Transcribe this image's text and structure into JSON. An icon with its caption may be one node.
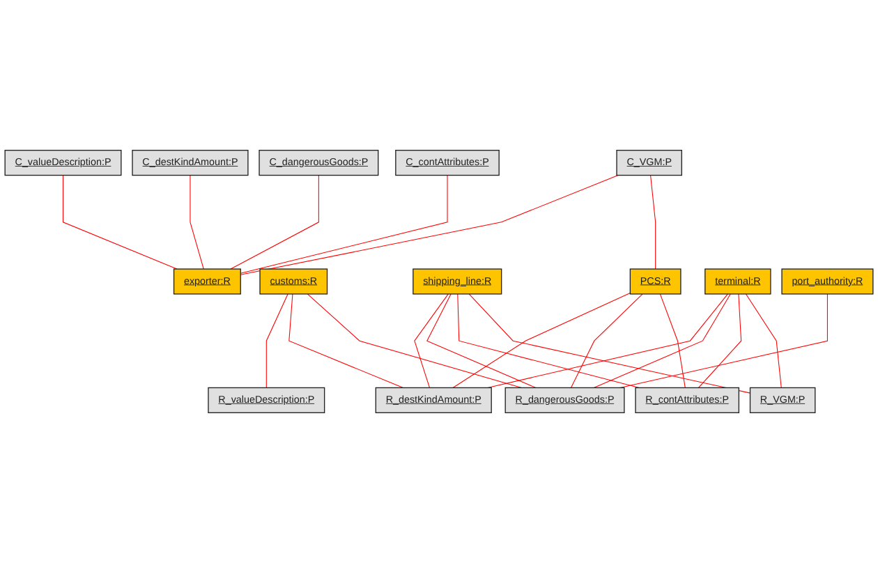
{
  "diagram": {
    "nodes": [
      {
        "text": [
          "C_valueDescription:P"
        ]
      },
      {
        "text": [
          "exporter:R"
        ]
      },
      {
        "text": [
          "C_destKindAmount:P"
        ]
      },
      {
        "text": [
          "customs:R"
        ]
      },
      {
        "text": [
          "R_valueDescription:P"
        ]
      },
      {
        "text": [
          "C_dangerousGoods:P"
        ]
      },
      {
        "text": [
          "shipping_line:R"
        ]
      },
      {
        "text": [
          "R_destKindAmount:P"
        ]
      },
      {
        "text": [
          "C_contAttributes:P"
        ]
      },
      {
        "text": [
          "PCS:R"
        ]
      },
      {
        "text": [
          "R_dangerousGoods:P"
        ]
      },
      {
        "text": [
          "C_VGM:P"
        ]
      },
      {
        "text": [
          "terminal:R"
        ]
      },
      {
        "text": [
          "R_contAttributes:P"
        ]
      },
      {
        "text": [
          "port_authority:R"
        ]
      },
      {
        "text": [
          "R_VGM:P"
        ]
      }
    ],
    "edges": [
      {
        "from": 0,
        "to": 1,
        "arrow": "none"
      },
      {
        "from": 2,
        "to": 1,
        "arrow": "none"
      },
      {
        "from": 5,
        "to": 1,
        "arrow": "none"
      },
      {
        "from": 8,
        "to": 1,
        "arrow": "none"
      },
      {
        "from": 11,
        "to": 1,
        "arrow": "none"
      },
      {
        "from": 3,
        "to": 4,
        "arrow": "none"
      },
      {
        "from": 3,
        "to": 7,
        "arrow": "none"
      },
      {
        "from": 3,
        "to": 10,
        "arrow": "none"
      },
      {
        "from": 6,
        "to": 7,
        "arrow": "none"
      },
      {
        "from": 6,
        "to": 10,
        "arrow": "none"
      },
      {
        "from": 6,
        "to": 13,
        "arrow": "none"
      },
      {
        "from": 6,
        "to": 15,
        "arrow": "none"
      },
      {
        "from": 9,
        "to": 7,
        "arrow": "none"
      },
      {
        "from": 9,
        "to": 10,
        "arrow": "none"
      },
      {
        "from": 9,
        "to": 13,
        "arrow": "none"
      },
      {
        "from": 11,
        "to": 9,
        "arrow": "none"
      },
      {
        "from": 12,
        "to": 7,
        "arrow": "none"
      },
      {
        "from": 12,
        "to": 10,
        "arrow": "none"
      },
      {
        "from": 12,
        "to": 13,
        "arrow": "none"
      },
      {
        "from": 12,
        "to": 15,
        "arrow": "none"
      },
      {
        "from": 14,
        "to": 10,
        "arrow": "none"
      }
    ]
  }
}
